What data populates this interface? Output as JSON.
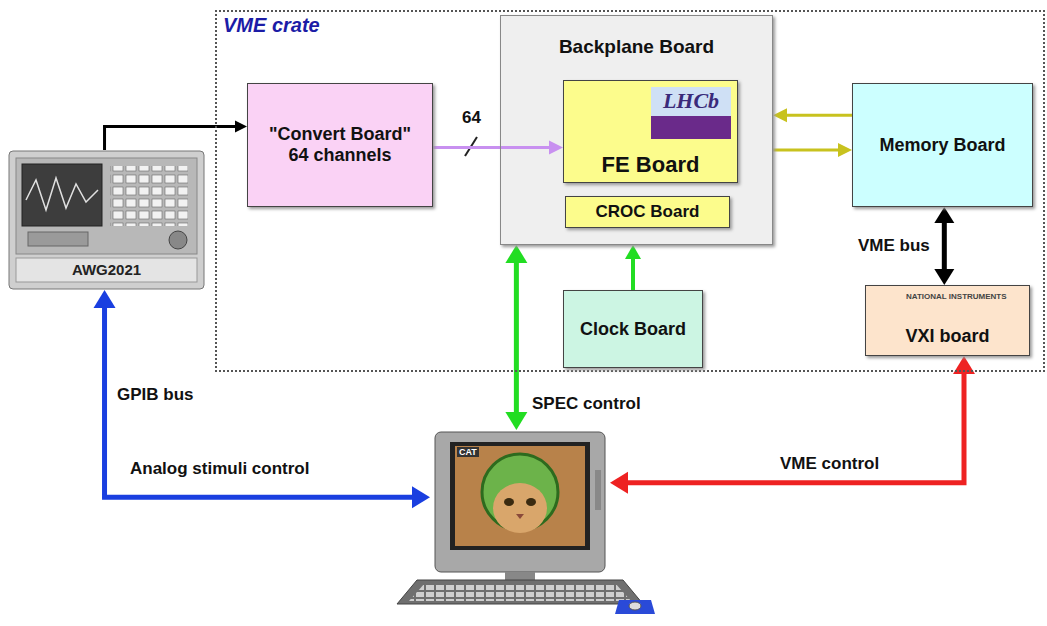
{
  "diagram": {
    "nodes": [
      {
        "text": [
          "VME crate"
        ]
      },
      {
        "text": [
          "AWG2021"
        ]
      },
      {
        "text": [
          "\"Convert Board\" 64 channels"
        ],
        "in": 0
      },
      {
        "text": [
          "Backplane Board"
        ],
        "in": 0
      },
      {
        "text": [
          "LHCb",
          "FE Board"
        ],
        "in": 3
      },
      {
        "text": [
          "CROC Board"
        ],
        "in": 3
      },
      {
        "text": [
          "Memory Board"
        ],
        "in": 0
      },
      {
        "text": [
          "Clock Board"
        ],
        "in": 0
      },
      {
        "text": [
          "NATIONAL INSTRUMENTS",
          "VXI board"
        ],
        "in": 0
      },
      {
        "text": [
          "CAT"
        ]
      }
    ],
    "edges": [
      {
        "from": 1,
        "to": 2,
        "arrow": "to"
      },
      {
        "from": 2,
        "to": 4,
        "arrow": "to",
        "label": "64"
      },
      {
        "from": 6,
        "to": 3,
        "arrow": "to"
      },
      {
        "from": 3,
        "to": 6,
        "arrow": "to"
      },
      {
        "from": 7,
        "to": 3,
        "arrow": "to"
      },
      {
        "from": 6,
        "to": 8,
        "arrow": "both",
        "label": "VME bus"
      },
      {
        "from": 3,
        "to": 9,
        "arrow": "both",
        "label": "SPEC control"
      },
      {
        "from": 1,
        "to": 9,
        "arrow": "both",
        "label": "Analog stimuli control"
      },
      {
        "from": 8,
        "to": 9,
        "arrow": "both",
        "label": "VME control"
      }
    ],
    "labels": [
      "GPIB bus"
    ]
  }
}
